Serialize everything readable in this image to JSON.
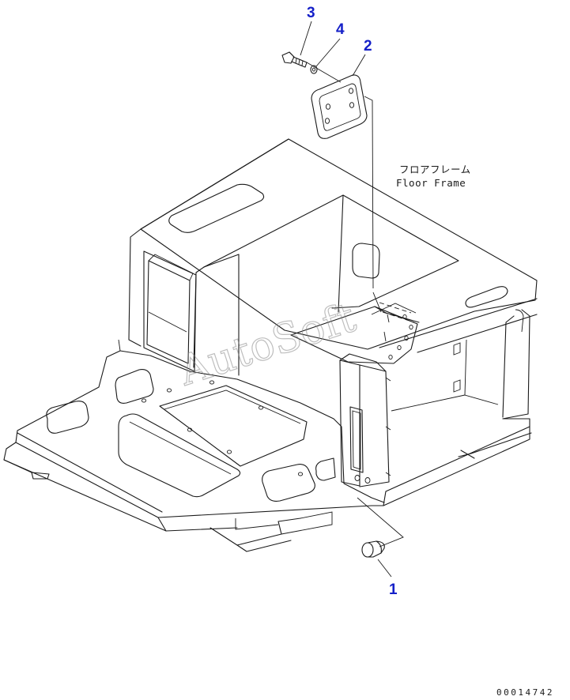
{
  "callouts": [
    {
      "id": "3",
      "label": "3"
    },
    {
      "id": "4",
      "label": "4"
    },
    {
      "id": "2",
      "label": "2"
    },
    {
      "id": "1",
      "label": "1"
    }
  ],
  "part_label": {
    "japanese": "フロアフレーム",
    "english": "Floor Frame"
  },
  "watermark": "AutoSoft",
  "document_number": "00014742",
  "colors": {
    "callout": "#1520c8",
    "line": "#1a1a1a",
    "watermark": "#8a8a8a",
    "background": "#ffffff"
  }
}
